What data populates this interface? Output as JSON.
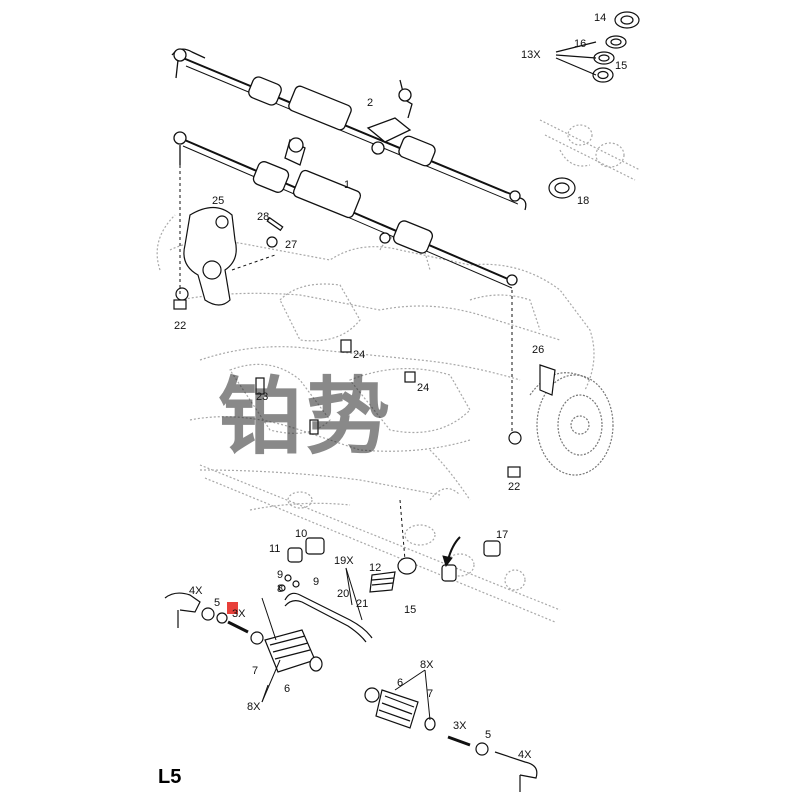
{
  "diagram": {
    "page_label": "L5",
    "watermark": "铂势",
    "highlight_color": "#e8403a",
    "line_color": "#111111",
    "ghost_color": "#9a9a9a",
    "callouts": [
      {
        "id": "c1",
        "text": "1"
      },
      {
        "id": "c2",
        "text": "2"
      },
      {
        "id": "c14",
        "text": "14"
      },
      {
        "id": "c16",
        "text": "16"
      },
      {
        "id": "c13x",
        "text": "13X"
      },
      {
        "id": "c15top",
        "text": "15"
      },
      {
        "id": "c18",
        "text": "18"
      },
      {
        "id": "c25",
        "text": "25"
      },
      {
        "id": "c28",
        "text": "28"
      },
      {
        "id": "c27",
        "text": "27"
      },
      {
        "id": "c22a",
        "text": "22"
      },
      {
        "id": "c24a",
        "text": "24"
      },
      {
        "id": "c23",
        "text": "23"
      },
      {
        "id": "c24b",
        "text": "24"
      },
      {
        "id": "c26",
        "text": "26"
      },
      {
        "id": "c22b",
        "text": "22"
      },
      {
        "id": "c10",
        "text": "10"
      },
      {
        "id": "c11",
        "text": "11"
      },
      {
        "id": "c17",
        "text": "17"
      },
      {
        "id": "c19x",
        "text": "19X"
      },
      {
        "id": "c9a",
        "text": "9"
      },
      {
        "id": "c9b",
        "text": "9"
      },
      {
        "id": "c8",
        "text": "8"
      },
      {
        "id": "c12",
        "text": "12"
      },
      {
        "id": "c20",
        "text": "20"
      },
      {
        "id": "c21",
        "text": "21"
      },
      {
        "id": "c15",
        "text": "15"
      },
      {
        "id": "c4xa",
        "text": "4X"
      },
      {
        "id": "c5a",
        "text": "5"
      },
      {
        "id": "c3xa",
        "text": "3X"
      },
      {
        "id": "c7a",
        "text": "7"
      },
      {
        "id": "c6a",
        "text": "6"
      },
      {
        "id": "c8xa",
        "text": "8X"
      },
      {
        "id": "c8xb",
        "text": "8X"
      },
      {
        "id": "c6b",
        "text": "6"
      },
      {
        "id": "c7b",
        "text": "7"
      },
      {
        "id": "c3xb",
        "text": "3X"
      },
      {
        "id": "c5b",
        "text": "5"
      },
      {
        "id": "c4xb",
        "text": "4X"
      }
    ]
  }
}
